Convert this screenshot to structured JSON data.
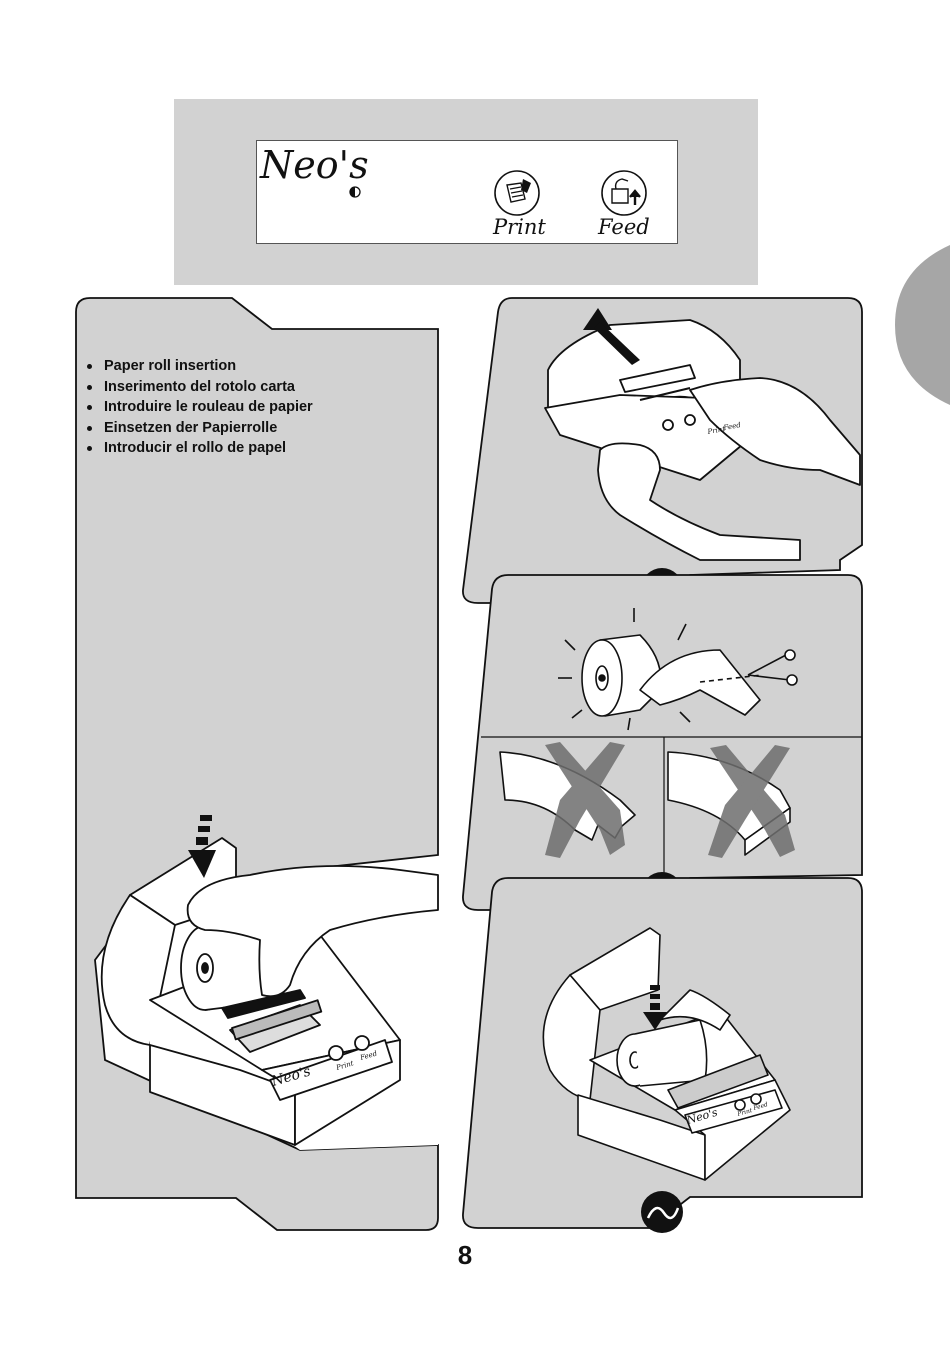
{
  "label_panel": {
    "brand": "Neo's",
    "print_label": "Print",
    "feed_label": "Feed"
  },
  "instructions": {
    "items": [
      "Paper roll insertion",
      "Inserimento del rotolo carta",
      "Introduire le rouleau de papier",
      "Einsetzen der Papierrolle",
      "Introducir el rollo de papel"
    ]
  },
  "printer_label": {
    "brand": "Neo's",
    "print": "Print",
    "feed": "Feed"
  },
  "page": {
    "number": "8"
  },
  "colors": {
    "panel_gray": "#d2d2d2",
    "outline": "#111111",
    "cross_gray": "#6e6e6e",
    "tab_gray": "#a6a6a6"
  }
}
